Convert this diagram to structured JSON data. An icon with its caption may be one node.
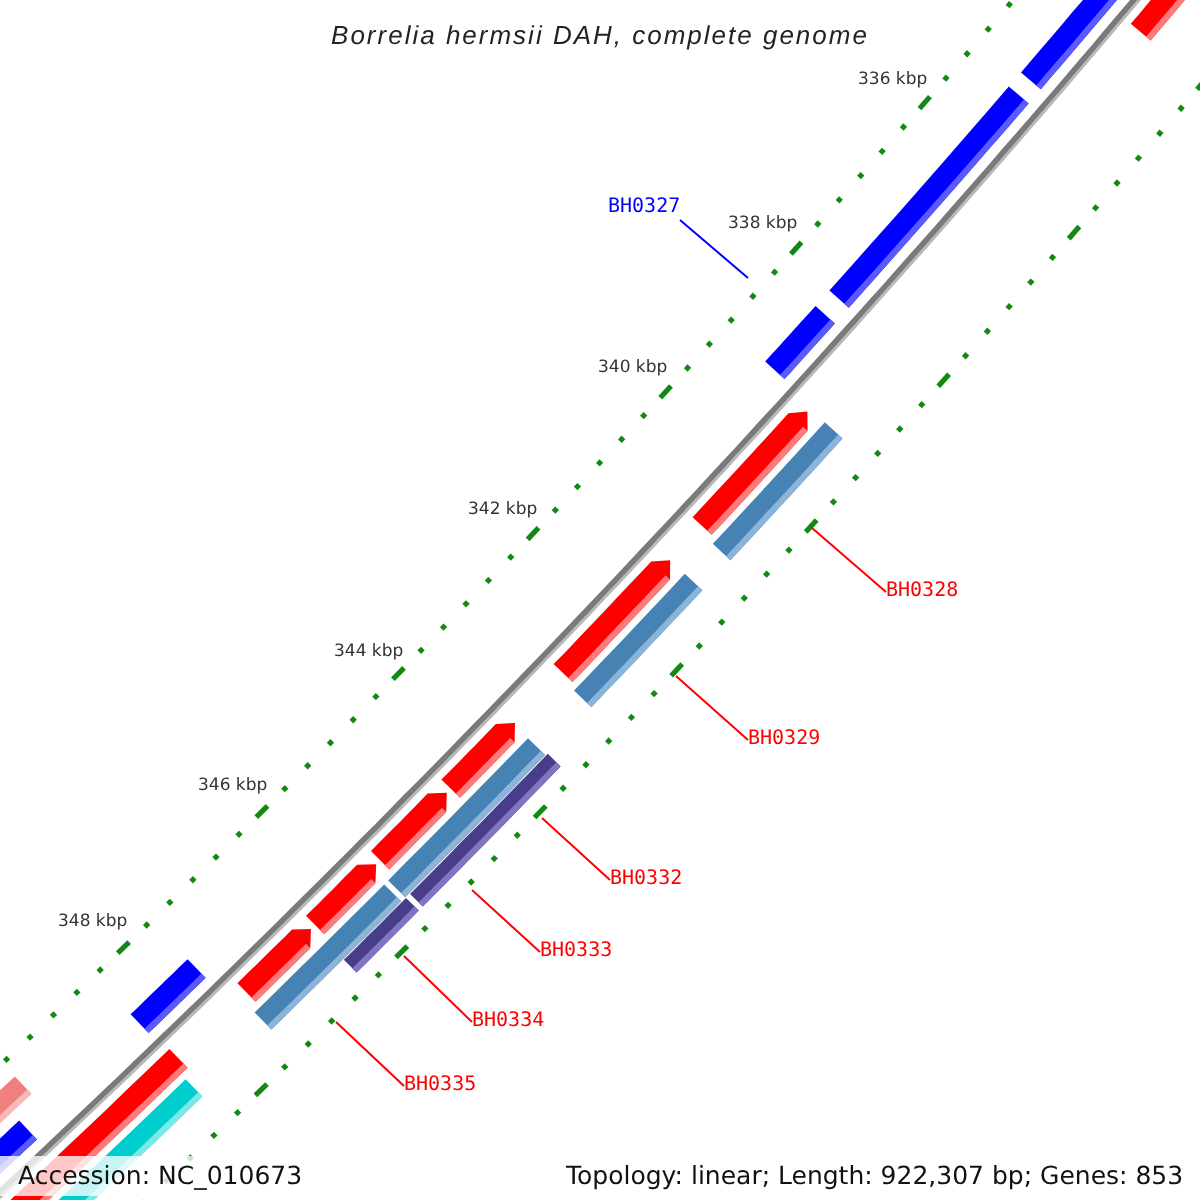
{
  "diagram": {
    "title": "Borrelia hermsii DAH, complete genome",
    "nodes": [
      {
        "text": [
          "BH0327"
        ]
      },
      {
        "text": [
          "BH0328"
        ]
      },
      {
        "text": [
          "BH0329"
        ]
      },
      {
        "text": [
          "BH0332"
        ]
      },
      {
        "text": [
          "BH0333"
        ]
      },
      {
        "text": [
          "BH0334"
        ]
      },
      {
        "text": [
          "BH0335"
        ]
      }
    ],
    "edges": [
      {
        "from": 0,
        "to": null,
        "arrow": "none",
        "color": "#0000ff"
      },
      {
        "from": 1,
        "to": null,
        "arrow": "none"
      },
      {
        "from": 2,
        "to": null,
        "arrow": "none"
      },
      {
        "from": 3,
        "to": null,
        "arrow": "none"
      },
      {
        "from": 4,
        "to": null,
        "arrow": "none"
      },
      {
        "from": 5,
        "to": null,
        "arrow": "none"
      },
      {
        "from": 6,
        "to": null,
        "arrow": "none"
      }
    ],
    "labels": [
      "336 kbp",
      "338 kbp",
      "340 kbp",
      "342 kbp",
      "344 kbp",
      "346 kbp",
      "348 kbp",
      "Accession: NC_010673",
      "Topology: linear; Length: 922,307 bp; Genes: 853"
    ]
  }
}
